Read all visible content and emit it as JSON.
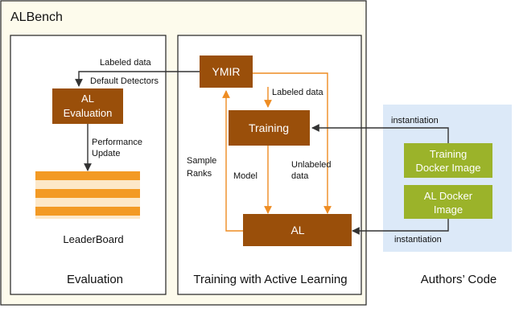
{
  "outer": {
    "title": "ALBench"
  },
  "evaluation": {
    "caption": "Evaluation",
    "al_eval_box": {
      "line1": "AL",
      "line2": "Evaluation"
    },
    "perf_label": {
      "line1": "Performance",
      "line2": "Update"
    },
    "leaderboard": "LeaderBoard"
  },
  "training_al": {
    "caption": "Training with Active Learning",
    "ymir": "YMIR",
    "training": "Training",
    "al": "AL",
    "labeled_data_top": "Labeled data",
    "default_detectors": "Default Detectors",
    "labeled_data_mid": "Labeled data",
    "sample_ranks": {
      "line1": "Sample",
      "line2": "Ranks"
    },
    "model": "Model",
    "unlabeled_data": {
      "line1": "Unlabeled",
      "line2": "data"
    }
  },
  "authors": {
    "caption": "Authors’ Code",
    "instantiation_top": "instantiation",
    "instantiation_bottom": "instantiation",
    "training_docker": {
      "line1": "Training",
      "line2": "Docker Image"
    },
    "al_docker": {
      "line1": "AL Docker",
      "line2": "Image"
    }
  },
  "colors": {
    "outer_bg": "#fdfbec",
    "brown_box": "#9a4f0a",
    "green_box": "#9bb32a",
    "blue_panel": "#dce9f8",
    "orange_bar": "#f39a24",
    "arrow": "#ee8c22"
  }
}
